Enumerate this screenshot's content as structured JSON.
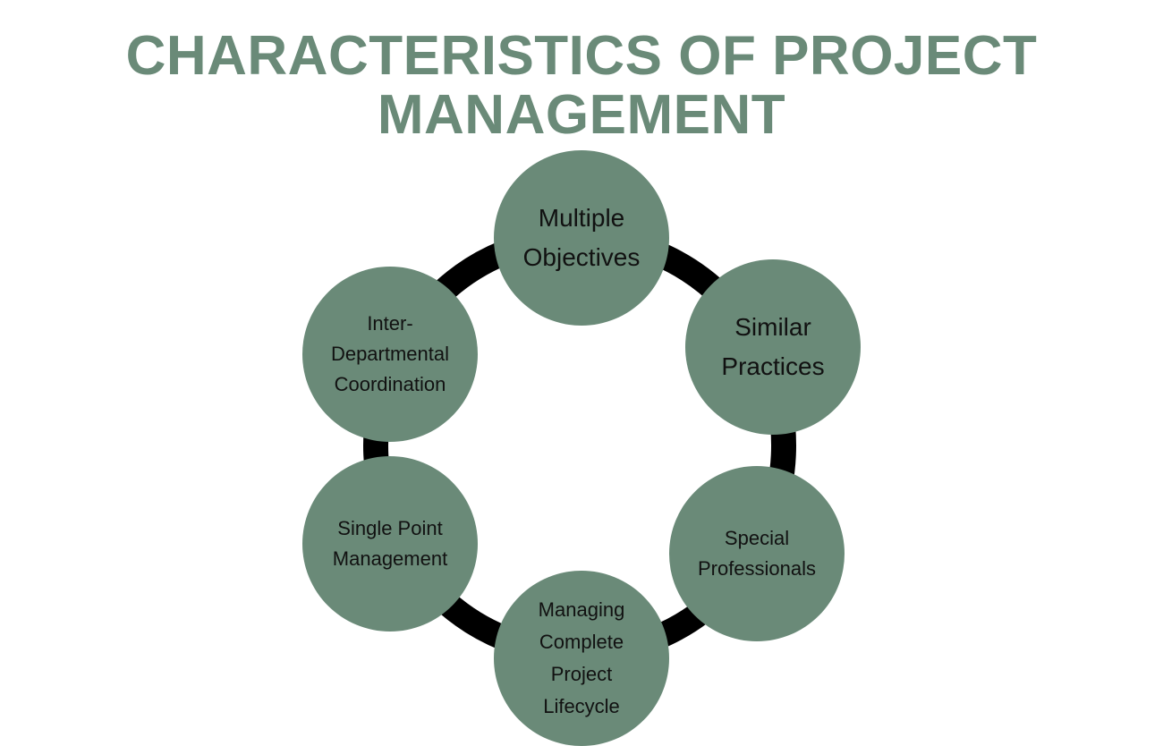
{
  "title": {
    "line1": "CHARACTERISTICS OF PROJECT",
    "line2": "MANAGEMENT"
  },
  "nodes": {
    "multiple_objectives": "Multiple Objectives",
    "similar_practices": "Similar Practices",
    "special_professionals": "Special Professionals",
    "managing_complete_project_lifecycle": "Managing Complete Project Lifecycle",
    "single_point_management": "Single Point Management",
    "inter_departmental_coordination": "Inter-Departmental Coordination"
  },
  "colors": {
    "accent": "#6a8a78",
    "ring": "#000000",
    "text": "#111111"
  }
}
